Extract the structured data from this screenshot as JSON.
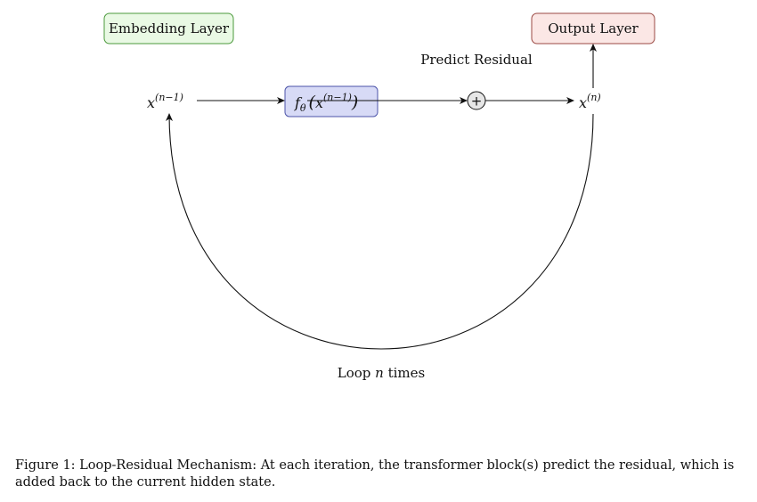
{
  "diagram": {
    "embedding_label": "Embedding Layer",
    "output_label": "Output Layer",
    "predict_label": "Predict Residual",
    "input_var": "x",
    "input_sup": "(n−1)",
    "func_name": "f",
    "func_sub": "θ",
    "func_arg_var": "x",
    "func_arg_sup": "(n−1)",
    "plus_symbol": "+",
    "output_var": "x",
    "output_sup": "(n)",
    "loop_prefix": "Loop ",
    "loop_var": "n",
    "loop_suffix": " times",
    "colors": {
      "embedding_fill": "#e9f9e4",
      "embedding_stroke": "#4c9a3d",
      "output_fill": "#fbe7e5",
      "output_stroke": "#9b4a44",
      "func_fill": "#d7daf6",
      "func_stroke": "#4b53a8",
      "plus_fill": "#e6e6e6"
    }
  },
  "caption": {
    "text": "Figure 1: Loop-Residual Mechanism: At each iteration, the transformer block(s) predict the residual, which is added back to the current hidden state."
  }
}
